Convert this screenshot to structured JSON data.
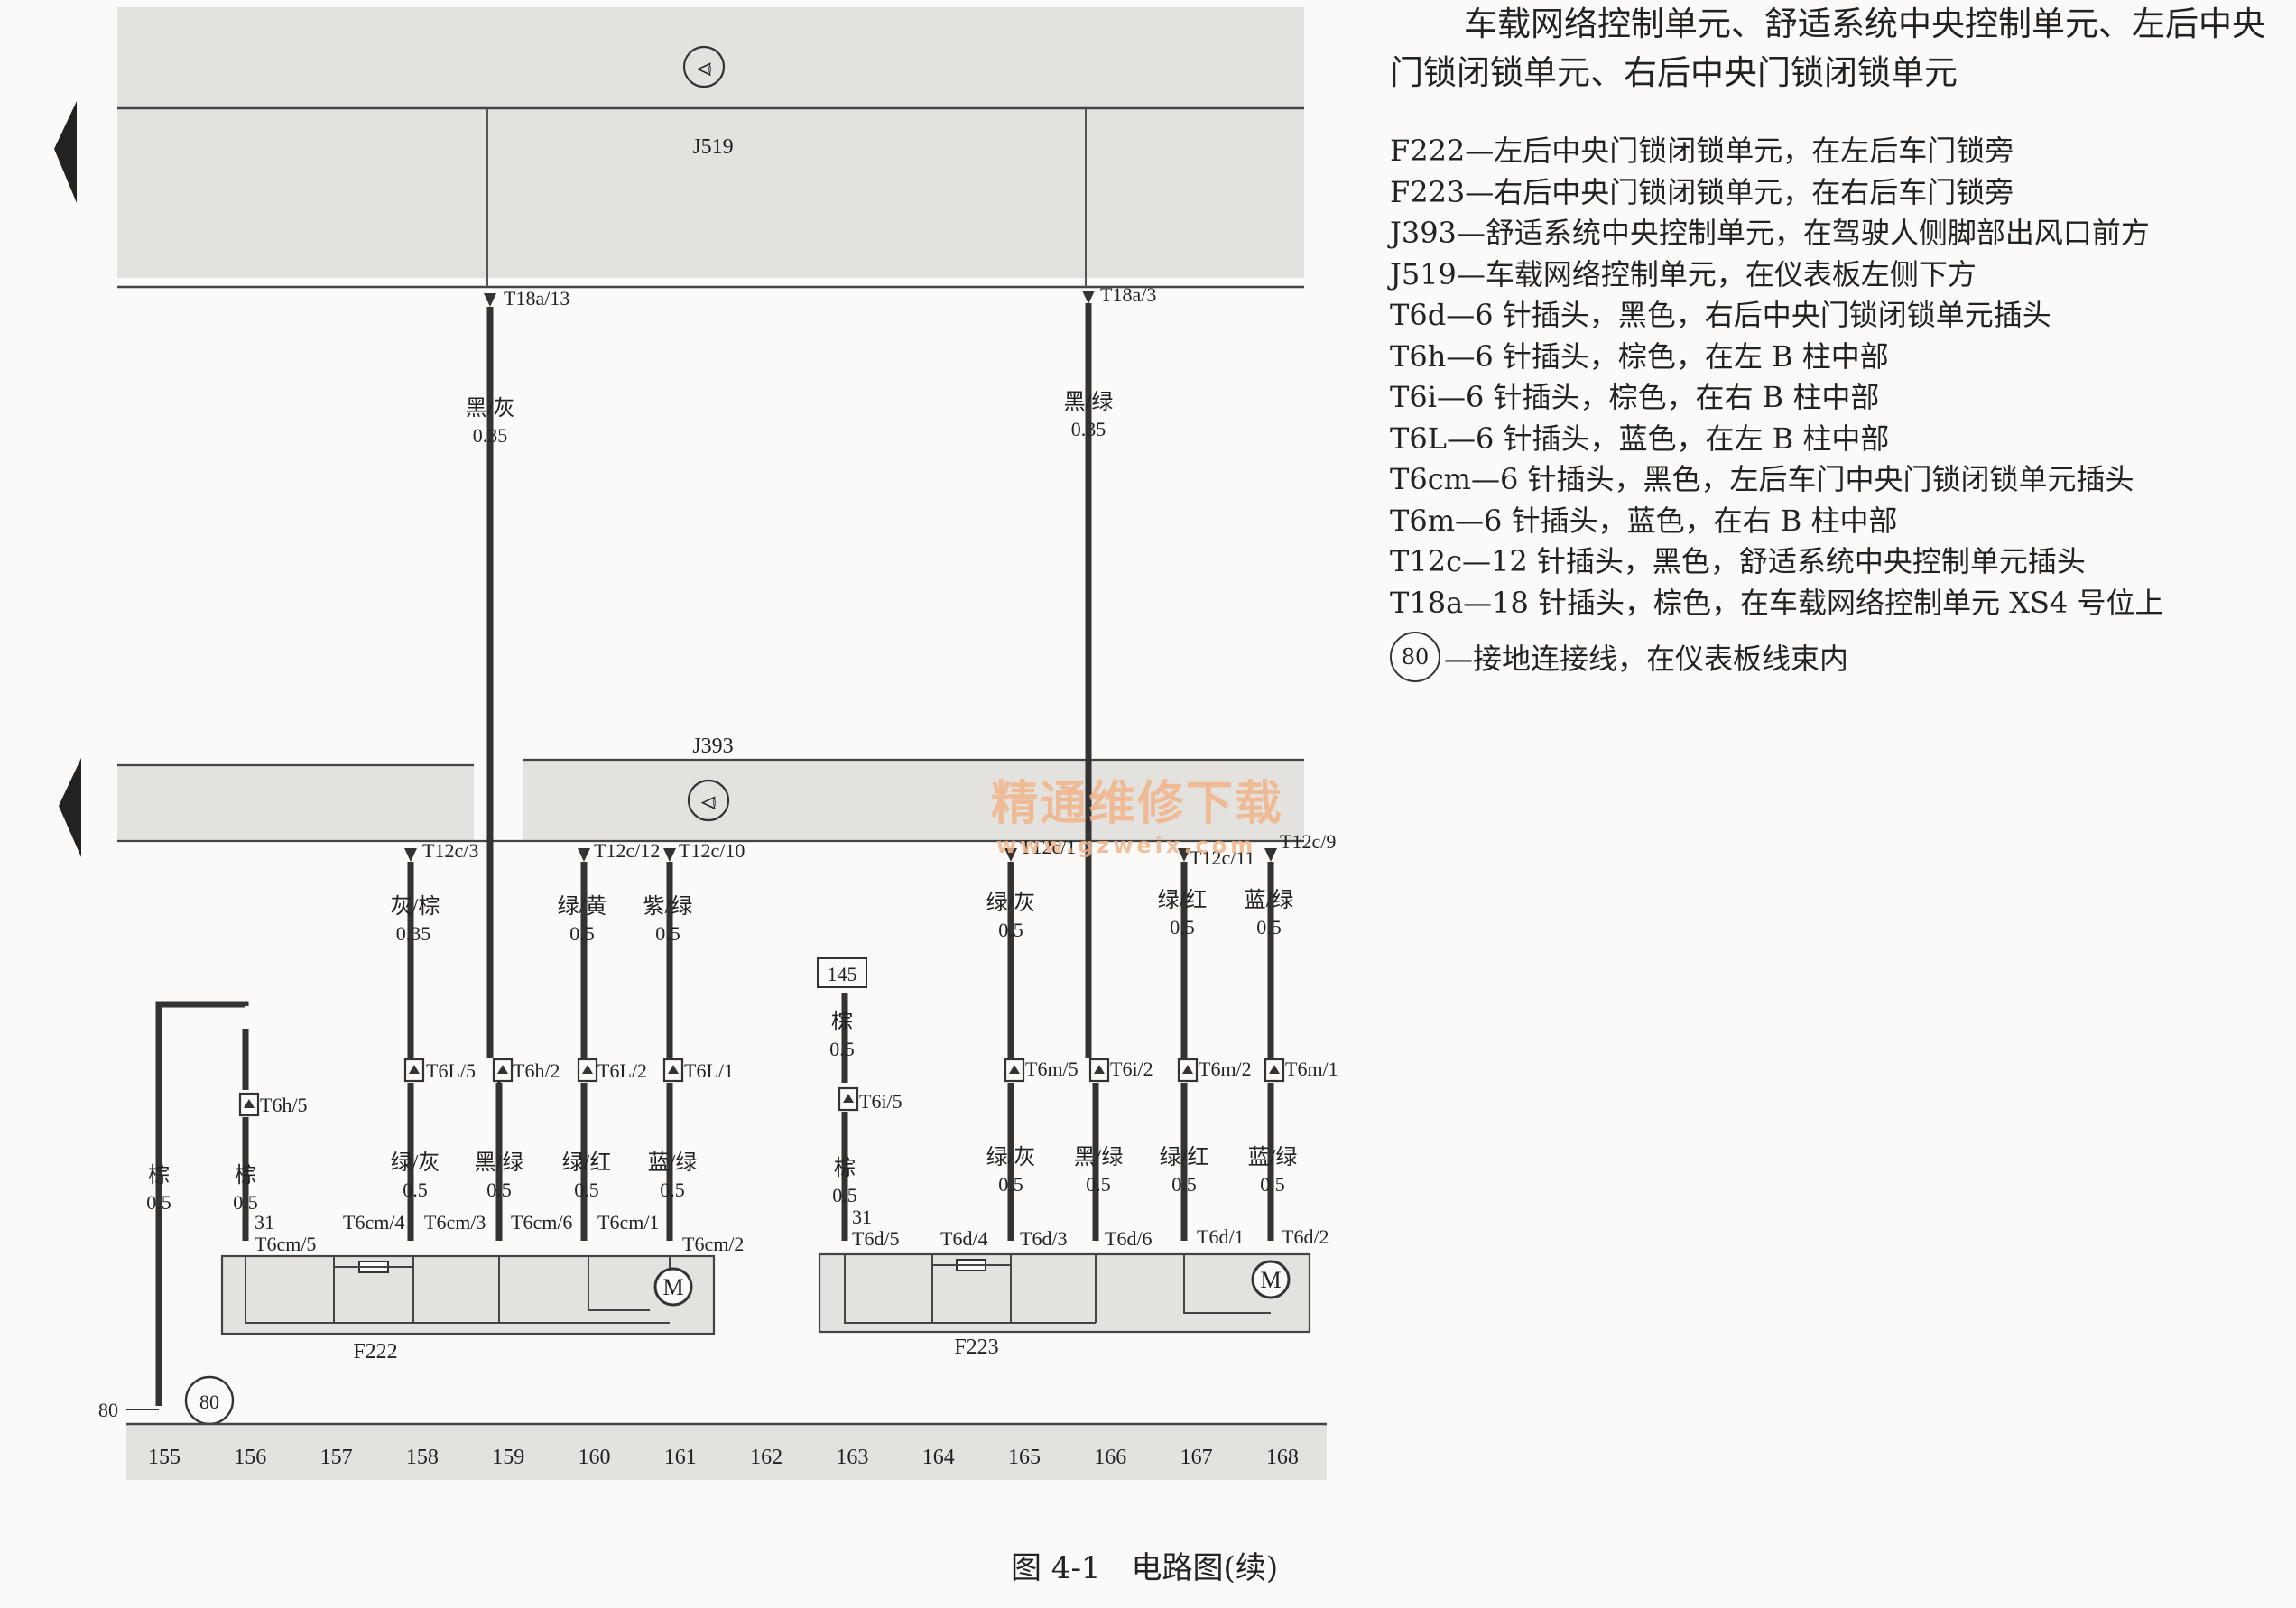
{
  "legend": {
    "title": "车载网络控制单元、舒适系统中央控制单元、左后中央门锁闭锁单元、右后中央门锁闭锁单元",
    "items": [
      "F222—左后中央门锁闭锁单元，在左后车门锁旁",
      "F223—右后中央门锁闭锁单元，在右后车门锁旁",
      "J393—舒适系统中央控制单元，在驾驶人侧脚部出风口前方",
      "J519—车载网络控制单元，在仪表板左侧下方",
      "T6d—6 针插头，黑色，右后中央门锁闭锁单元插头",
      "T6h—6 针插头，棕色，在左 B 柱中部",
      "T6i—6 针插头，棕色，在右 B 柱中部",
      "T6L—6 针插头，蓝色，在左 B 柱中部",
      "T6cm—6 针插头，黑色，左后车门中央门锁闭锁单元插头",
      "T6m—6 针插头，蓝色，在右 B 柱中部",
      "T12c—12 针插头，黑色，舒适系统中央控制单元插头",
      "T18a—18 针插头，棕色，在车载网络控制单元 XS4 号位上"
    ],
    "ground_number": "80",
    "ground_text": "—接地连接线，在仪表板线束内"
  },
  "caption": "图 4-1　电路图(续)",
  "watermark": {
    "line1": "精通维修下载",
    "line2": "www.gzweix.com"
  },
  "modules": {
    "j519": "J519",
    "j393": "J393",
    "f222": "F222",
    "f223": "F223",
    "box145": "145",
    "ground": "80",
    "ground_line": "80",
    "motor": "M"
  },
  "columns": [
    "155",
    "156",
    "157",
    "158",
    "159",
    "160",
    "161",
    "162",
    "163",
    "164",
    "165",
    "166",
    "167",
    "168"
  ],
  "wires": [
    {
      "id": "w159",
      "pin_top": "T18a/13",
      "color": "黑/灰",
      "size": "0.35"
    },
    {
      "id": "w166",
      "pin_top": "T18a/3",
      "color": "黑/绿",
      "size": "0.35"
    },
    {
      "id": "w158",
      "pin_top": "T12c/3",
      "color": "灰/棕",
      "size": "0.35",
      "pin_mid": "T6L/5",
      "color2": "绿/灰",
      "size2": "0.5",
      "pin_bot": "T6cm/3"
    },
    {
      "id": "w159b",
      "pin_mid": "T6h/2",
      "color2": "黑/绿",
      "size2": "0.5",
      "pin_bot": "T6cm/6"
    },
    {
      "id": "w160",
      "pin_top": "T12c/12",
      "color": "绿/黄",
      "size": "0.5",
      "pin_mid": "T6L/2",
      "color2": "绿/红",
      "size2": "0.5",
      "pin_bot": "T6cm/1"
    },
    {
      "id": "w161",
      "pin_top": "T12c/10",
      "color": "紫/绿",
      "size": "0.5",
      "pin_mid": "T6L/1",
      "color2": "蓝/绿",
      "size2": "0.5",
      "pin_bot": "T6cm/2"
    },
    {
      "id": "w156",
      "pin_mid": "T6h/5",
      "color2": "棕",
      "size2": "0.5",
      "pin_bot": "T6cm/5",
      "pin_bot_extra": "31",
      "pin_bot_left": "T6cm/4"
    },
    {
      "id": "w155",
      "color": "棕",
      "size": "0.5"
    },
    {
      "id": "w163",
      "color": "棕",
      "size": "0.5",
      "pin_mid": "T6i/5",
      "color2": "棕",
      "size2": "0.5",
      "pin_bot": "T6d/5",
      "pin_bot_extra": "31"
    },
    {
      "id": "w165",
      "pin_top": "T12c/1",
      "color": "绿/灰",
      "size": "0.5",
      "pin_mid": "T6m/5",
      "color2": "绿/灰",
      "size2": "0.5",
      "pin_bot": "T6d/4"
    },
    {
      "id": "w166b",
      "pin_mid": "T6i/2",
      "color2": "黑/绿",
      "size2": "0.5",
      "pin_bot": "T6d/3",
      "pin_bot2": "T6d/6"
    },
    {
      "id": "w167",
      "pin_top": "T12c/11",
      "color": "绿/红",
      "size": "0.5",
      "pin_mid": "T6m/2",
      "color2": "绿/红",
      "size2": "0.5",
      "pin_bot": "T6d/1"
    },
    {
      "id": "w168",
      "pin_top": "T12c/9",
      "color": "蓝/绿",
      "size": "0.5",
      "pin_mid": "T6m/1",
      "color2": "蓝/绿",
      "size2": "0.5",
      "pin_bot": "T6d/2"
    }
  ]
}
